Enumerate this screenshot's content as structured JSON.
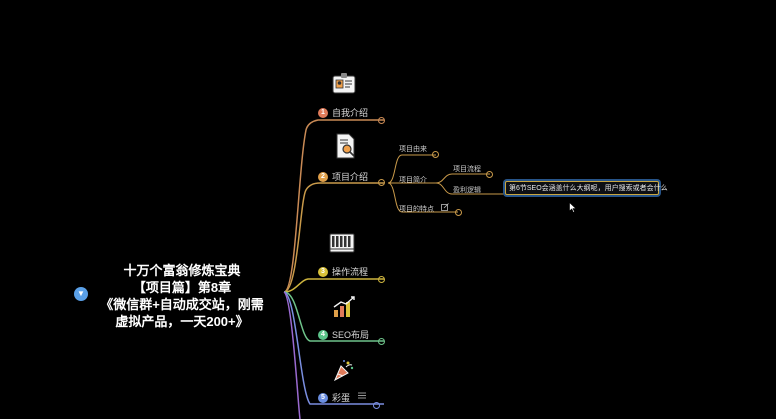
{
  "root": {
    "lines": [
      "十万个富翁修炼宝典",
      "【项目篇】第8章",
      "《微信群+自动成交站，刚需",
      "虚拟产品，一天200+》"
    ]
  },
  "branches": [
    {
      "num": "1",
      "label": "自我介绍",
      "color": "#e07b5a",
      "icon": "id-card-icon"
    },
    {
      "num": "2",
      "label": "项目介绍",
      "color": "#e0a04a",
      "icon": "document-search-icon"
    },
    {
      "num": "3",
      "label": "操作流程",
      "color": "#d9c23a",
      "icon": "piano-keys-icon"
    },
    {
      "num": "4",
      "label": "SEO布局",
      "color": "#5cc48a",
      "icon": "bar-chart-icon"
    },
    {
      "num": "5",
      "label": "彩蛋",
      "color": "#6a8ee0",
      "icon": "party-popper-icon"
    }
  ],
  "project_children": {
    "item1": "项目由来",
    "item2": "项目简介",
    "item2_children": [
      "项目流程",
      "盈利逻辑"
    ],
    "item3": "项目的特点"
  },
  "tooltip_text": "第6节SEO会涵盖什么大纲呢，用户搜索或者会什么",
  "colors": {
    "background": "#000000",
    "branch_line": "#c8a05a",
    "tooltip_border": "#c9a640",
    "tooltip_glow": "#26548a"
  }
}
